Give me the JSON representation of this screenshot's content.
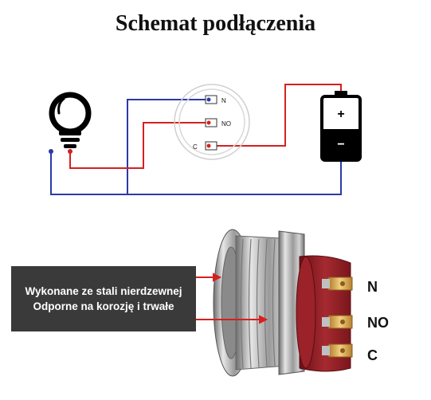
{
  "title": "Schemat podłączenia",
  "schematic": {
    "terminal_n": "N",
    "terminal_no": "NO",
    "terminal_c": "C",
    "battery_plus": "+",
    "battery_minus": "−"
  },
  "photo_labels": {
    "n": "N",
    "no": "NO",
    "c": "C"
  },
  "info_box": {
    "line1": "Wykonane ze stali nierdzewnej",
    "line2": "Odporne na korozję i trwałe"
  },
  "colors": {
    "wire_blue": "#2a3aa8",
    "wire_red": "#d62020",
    "metal": "#a8a8a8",
    "red_base": "#8c1c22",
    "brass": "#d8a84a"
  }
}
